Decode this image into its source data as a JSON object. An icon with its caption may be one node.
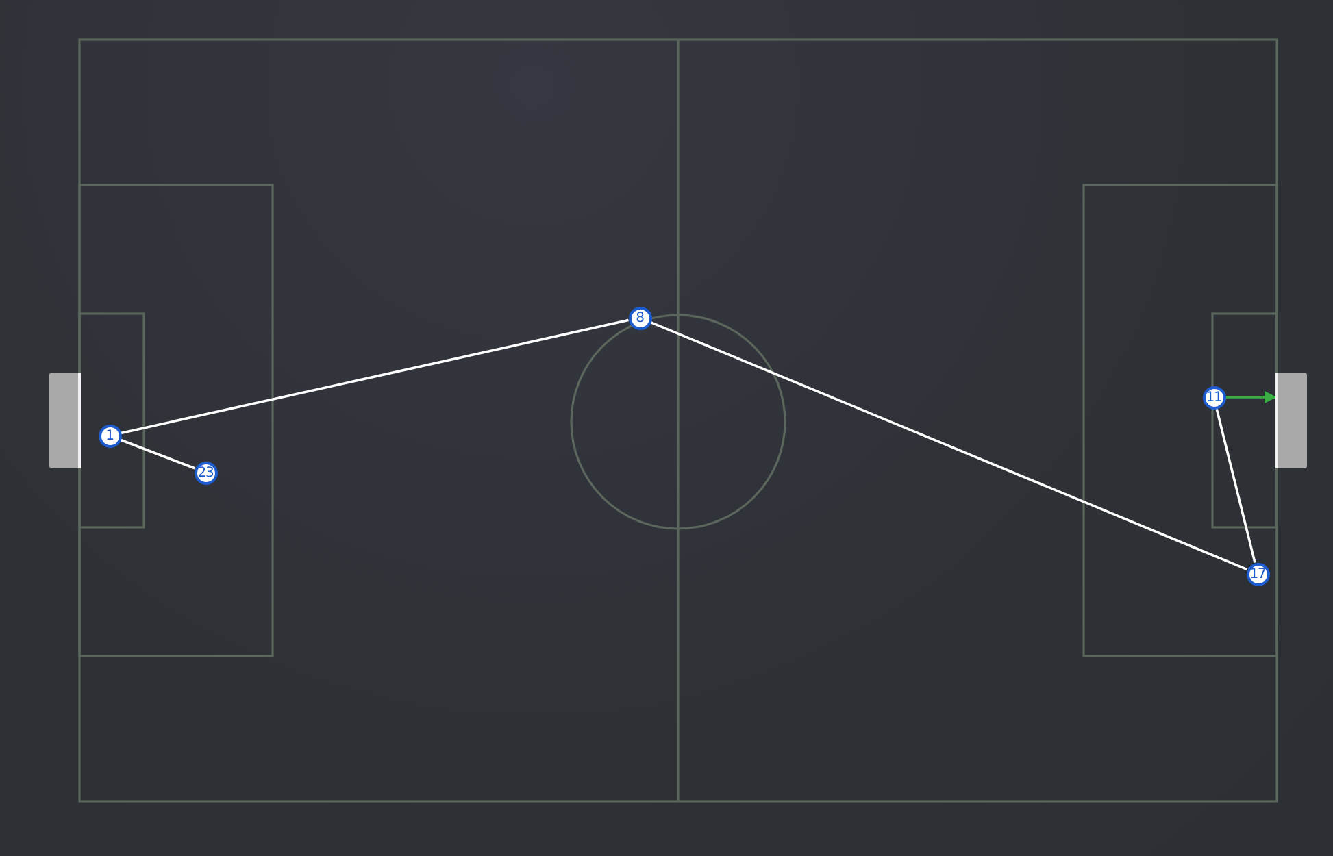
{
  "diagram": {
    "nodes": [
      {
        "text": [
          "23"
        ]
      },
      {
        "text": [
          "1"
        ]
      },
      {
        "text": [
          "8"
        ]
      },
      {
        "text": [
          "17"
        ]
      },
      {
        "text": [
          "11"
        ]
      },
      {
        "text": [],
        "shape": "box"
      }
    ],
    "edges": [
      {
        "from": 0,
        "to": 1,
        "arrow": "none"
      },
      {
        "from": 1,
        "to": 2,
        "arrow": "none"
      },
      {
        "from": 2,
        "to": 3,
        "arrow": "none"
      },
      {
        "from": 3,
        "to": 4,
        "arrow": "none"
      },
      {
        "from": 4,
        "to": 5,
        "arrow": "to",
        "color": "#3cad45"
      }
    ]
  }
}
